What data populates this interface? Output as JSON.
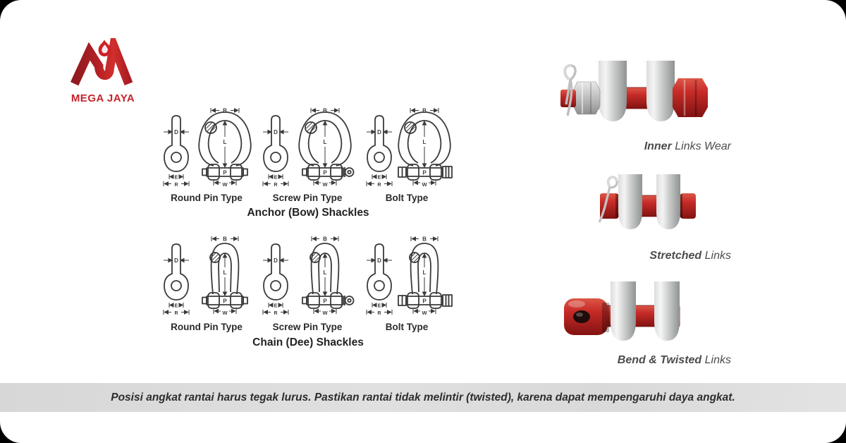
{
  "brand": {
    "name": "MEGA JAYA"
  },
  "diagram": {
    "dims": {
      "B": "B",
      "D": "D",
      "L": "L",
      "P": "P",
      "W": "W",
      "E": "E",
      "R": "R"
    },
    "rows": [
      {
        "title": "Anchor (Bow) Shackles",
        "style": "bow",
        "types": [
          {
            "label": "Round Pin Type",
            "pin": "round"
          },
          {
            "label": "Screw Pin Type",
            "pin": "screw"
          },
          {
            "label": "Bolt Type",
            "pin": "bolt"
          }
        ]
      },
      {
        "title": "Chain (Dee) Shackles",
        "style": "dee",
        "types": [
          {
            "label": "Round Pin Type",
            "pin": "round"
          },
          {
            "label": "Screw Pin Type",
            "pin": "screw"
          },
          {
            "label": "Bolt Type",
            "pin": "bolt"
          }
        ]
      }
    ]
  },
  "photos": [
    {
      "caption_bold": "Inner",
      "caption_rest": " Links Wear",
      "type": "bolt-pin-shackle"
    },
    {
      "caption_bold": "Stretched",
      "caption_rest": " Links",
      "type": "round-pin-shackle"
    },
    {
      "caption_bold": "Bend & Twisted",
      "caption_rest": " Links",
      "type": "screw-pin-shackle"
    }
  ],
  "footer": {
    "note": "Posisi angkat rantai harus tegak lurus. Pastikan rantai tidak melintir (twisted), karena dapat mempengaruhi daya angkat."
  },
  "colors": {
    "logo_red": "#c4242b",
    "diagram_ink": "#3a3a3a",
    "pin_red": "#c1272d",
    "steel_gray": "#c5c8c7",
    "bar_bg": "#dcdcdc",
    "caption_gray": "#4c4c4c"
  }
}
